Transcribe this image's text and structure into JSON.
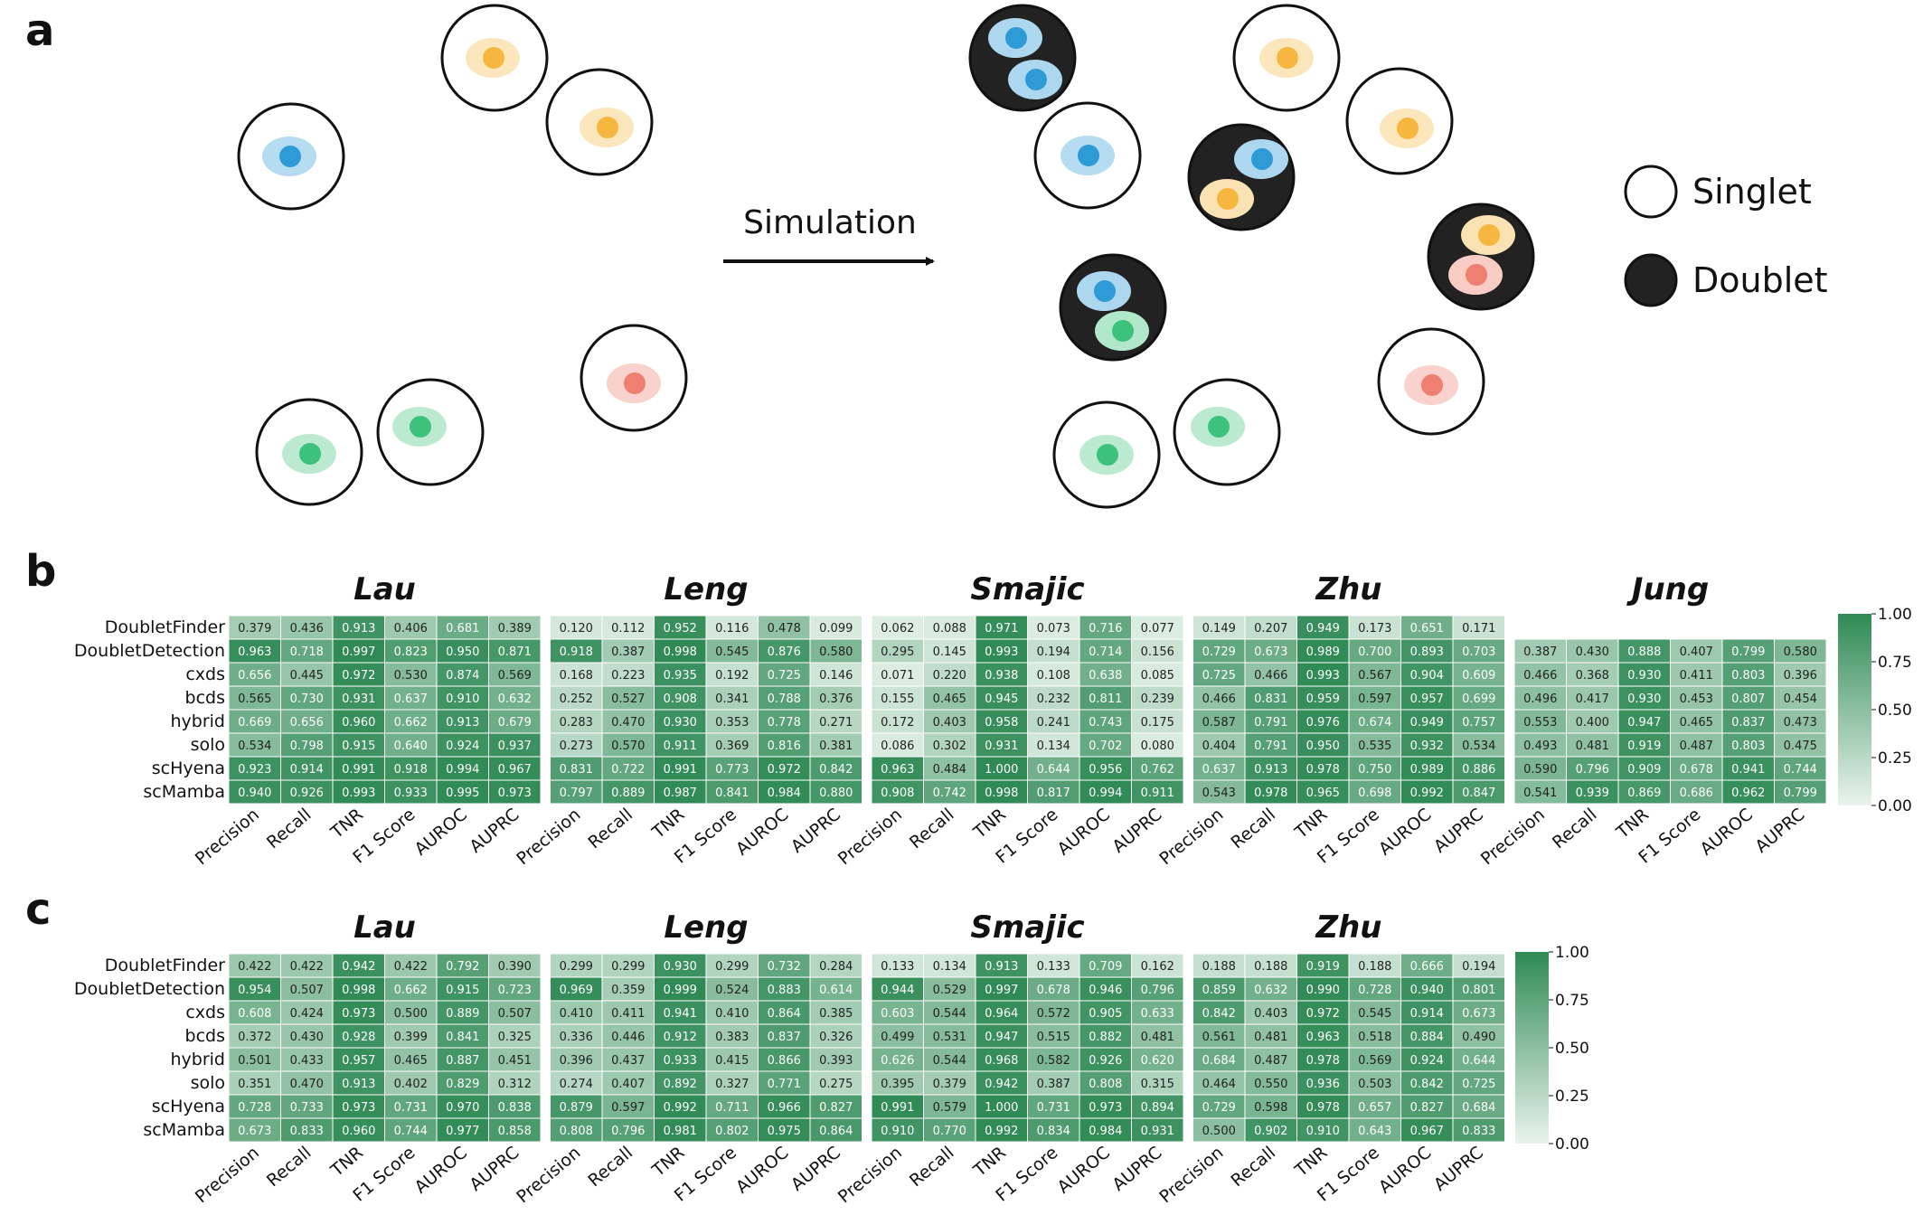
{
  "panel_a": {
    "letter": "a",
    "arrow_label": "Simulation",
    "legend": [
      {
        "label": "Singlet",
        "fill": "#ffffff"
      },
      {
        "label": "Doublet",
        "fill": "#222222"
      }
    ],
    "nucleus_colors": {
      "blue": "#2f9bd6",
      "orange": "#f5b73f",
      "green": "#3dc27b",
      "red": "#ef7f70"
    }
  },
  "colors": {
    "low": "#e9f4ec",
    "high": "#2f8a55",
    "text_dark": "#222222",
    "text_light": "#ffffff"
  },
  "colorbar_ticks": [
    "1.00",
    "0.75",
    "0.50",
    "0.25",
    "0.00"
  ],
  "chart_data": [
    {
      "type": "heatmap",
      "panel": "b",
      "methods": [
        "DoubletFinder",
        "DoubletDetection",
        "cxds",
        "bcds",
        "hybrid",
        "solo",
        "scHyena",
        "scMamba"
      ],
      "metrics": [
        "Precision",
        "Recall",
        "TNR",
        "F1 Score",
        "AUROC",
        "AUPRC"
      ],
      "value_range": [
        0,
        1
      ],
      "datasets": [
        {
          "name": "Lau",
          "rows": [
            [
              "0.379",
              "0.436",
              "0.913",
              "0.406",
              "0.681",
              "0.389"
            ],
            [
              "0.963",
              "0.718",
              "0.997",
              "0.823",
              "0.950",
              "0.871"
            ],
            [
              "0.656",
              "0.445",
              "0.972",
              "0.530",
              "0.874",
              "0.569"
            ],
            [
              "0.565",
              "0.730",
              "0.931",
              "0.637",
              "0.910",
              "0.632"
            ],
            [
              "0.669",
              "0.656",
              "0.960",
              "0.662",
              "0.913",
              "0.679"
            ],
            [
              "0.534",
              "0.798",
              "0.915",
              "0.640",
              "0.924",
              "0.937"
            ],
            [
              "0.923",
              "0.914",
              "0.991",
              "0.918",
              "0.994",
              "0.967"
            ],
            [
              "0.940",
              "0.926",
              "0.993",
              "0.933",
              "0.995",
              "0.973"
            ]
          ]
        },
        {
          "name": "Leng",
          "rows": [
            [
              "0.120",
              "0.112",
              "0.952",
              "0.116",
              "0.478",
              "0.099"
            ],
            [
              "0.918",
              "0.387",
              "0.998",
              "0.545",
              "0.876",
              "0.580"
            ],
            [
              "0.168",
              "0.223",
              "0.935",
              "0.192",
              "0.725",
              "0.146"
            ],
            [
              "0.252",
              "0.527",
              "0.908",
              "0.341",
              "0.788",
              "0.376"
            ],
            [
              "0.283",
              "0.470",
              "0.930",
              "0.353",
              "0.778",
              "0.271"
            ],
            [
              "0.273",
              "0.570",
              "0.911",
              "0.369",
              "0.816",
              "0.381"
            ],
            [
              "0.831",
              "0.722",
              "0.991",
              "0.773",
              "0.972",
              "0.842"
            ],
            [
              "0.797",
              "0.889",
              "0.987",
              "0.841",
              "0.984",
              "0.880"
            ]
          ]
        },
        {
          "name": "Smajic",
          "rows": [
            [
              "0.062",
              "0.088",
              "0.971",
              "0.073",
              "0.716",
              "0.077"
            ],
            [
              "0.295",
              "0.145",
              "0.993",
              "0.194",
              "0.714",
              "0.156"
            ],
            [
              "0.071",
              "0.220",
              "0.938",
              "0.108",
              "0.638",
              "0.085"
            ],
            [
              "0.155",
              "0.465",
              "0.945",
              "0.232",
              "0.811",
              "0.239"
            ],
            [
              "0.172",
              "0.403",
              "0.958",
              "0.241",
              "0.743",
              "0.175"
            ],
            [
              "0.086",
              "0.302",
              "0.931",
              "0.134",
              "0.702",
              "0.080"
            ],
            [
              "0.963",
              "0.484",
              "1.000",
              "0.644",
              "0.956",
              "0.762"
            ],
            [
              "0.908",
              "0.742",
              "0.998",
              "0.817",
              "0.994",
              "0.911"
            ]
          ]
        },
        {
          "name": "Zhu",
          "rows": [
            [
              "0.149",
              "0.207",
              "0.949",
              "0.173",
              "0.651",
              "0.171"
            ],
            [
              "0.729",
              "0.673",
              "0.989",
              "0.700",
              "0.893",
              "0.703"
            ],
            [
              "0.725",
              "0.466",
              "0.993",
              "0.567",
              "0.904",
              "0.609"
            ],
            [
              "0.466",
              "0.831",
              "0.959",
              "0.597",
              "0.957",
              "0.699"
            ],
            [
              "0.587",
              "0.791",
              "0.976",
              "0.674",
              "0.949",
              "0.757"
            ],
            [
              "0.404",
              "0.791",
              "0.950",
              "0.535",
              "0.932",
              "0.534"
            ],
            [
              "0.637",
              "0.913",
              "0.978",
              "0.750",
              "0.989",
              "0.886"
            ],
            [
              "0.543",
              "0.978",
              "0.965",
              "0.698",
              "0.992",
              "0.847"
            ]
          ]
        },
        {
          "name": "Jung",
          "rows": [
            null,
            [
              "0.387",
              "0.430",
              "0.888",
              "0.407",
              "0.799",
              "0.580"
            ],
            [
              "0.466",
              "0.368",
              "0.930",
              "0.411",
              "0.803",
              "0.396"
            ],
            [
              "0.496",
              "0.417",
              "0.930",
              "0.453",
              "0.807",
              "0.454"
            ],
            [
              "0.553",
              "0.400",
              "0.947",
              "0.465",
              "0.837",
              "0.473"
            ],
            [
              "0.493",
              "0.481",
              "0.919",
              "0.487",
              "0.803",
              "0.475"
            ],
            [
              "0.590",
              "0.796",
              "0.909",
              "0.678",
              "0.941",
              "0.744"
            ],
            [
              "0.541",
              "0.939",
              "0.869",
              "0.686",
              "0.962",
              "0.799"
            ]
          ]
        }
      ]
    },
    {
      "type": "heatmap",
      "panel": "c",
      "methods": [
        "DoubletFinder",
        "DoubletDetection",
        "cxds",
        "bcds",
        "hybrid",
        "solo",
        "scHyena",
        "scMamba"
      ],
      "metrics": [
        "Precision",
        "Recall",
        "TNR",
        "F1 Score",
        "AUROC",
        "AUPRC"
      ],
      "value_range": [
        0,
        1
      ],
      "datasets": [
        {
          "name": "Lau",
          "rows": [
            [
              "0.422",
              "0.422",
              "0.942",
              "0.422",
              "0.792",
              "0.390"
            ],
            [
              "0.954",
              "0.507",
              "0.998",
              "0.662",
              "0.915",
              "0.723"
            ],
            [
              "0.608",
              "0.424",
              "0.973",
              "0.500",
              "0.889",
              "0.507"
            ],
            [
              "0.372",
              "0.430",
              "0.928",
              "0.399",
              "0.841",
              "0.325"
            ],
            [
              "0.501",
              "0.433",
              "0.957",
              "0.465",
              "0.887",
              "0.451"
            ],
            [
              "0.351",
              "0.470",
              "0.913",
              "0.402",
              "0.829",
              "0.312"
            ],
            [
              "0.728",
              "0.733",
              "0.973",
              "0.731",
              "0.970",
              "0.838"
            ],
            [
              "0.673",
              "0.833",
              "0.960",
              "0.744",
              "0.977",
              "0.858"
            ]
          ]
        },
        {
          "name": "Leng",
          "rows": [
            [
              "0.299",
              "0.299",
              "0.930",
              "0.299",
              "0.732",
              "0.284"
            ],
            [
              "0.969",
              "0.359",
              "0.999",
              "0.524",
              "0.883",
              "0.614"
            ],
            [
              "0.410",
              "0.411",
              "0.941",
              "0.410",
              "0.864",
              "0.385"
            ],
            [
              "0.336",
              "0.446",
              "0.912",
              "0.383",
              "0.837",
              "0.326"
            ],
            [
              "0.396",
              "0.437",
              "0.933",
              "0.415",
              "0.866",
              "0.393"
            ],
            [
              "0.274",
              "0.407",
              "0.892",
              "0.327",
              "0.771",
              "0.275"
            ],
            [
              "0.879",
              "0.597",
              "0.992",
              "0.711",
              "0.966",
              "0.827"
            ],
            [
              "0.808",
              "0.796",
              "0.981",
              "0.802",
              "0.975",
              "0.864"
            ]
          ]
        },
        {
          "name": "Smajic",
          "rows": [
            [
              "0.133",
              "0.134",
              "0.913",
              "0.133",
              "0.709",
              "0.162"
            ],
            [
              "0.944",
              "0.529",
              "0.997",
              "0.678",
              "0.946",
              "0.796"
            ],
            [
              "0.603",
              "0.544",
              "0.964",
              "0.572",
              "0.905",
              "0.633"
            ],
            [
              "0.499",
              "0.531",
              "0.947",
              "0.515",
              "0.882",
              "0.481"
            ],
            [
              "0.626",
              "0.544",
              "0.968",
              "0.582",
              "0.926",
              "0.620"
            ],
            [
              "0.395",
              "0.379",
              "0.942",
              "0.387",
              "0.808",
              "0.315"
            ],
            [
              "0.991",
              "0.579",
              "1.000",
              "0.731",
              "0.973",
              "0.894"
            ],
            [
              "0.910",
              "0.770",
              "0.992",
              "0.834",
              "0.984",
              "0.931"
            ]
          ]
        },
        {
          "name": "Zhu",
          "rows": [
            [
              "0.188",
              "0.188",
              "0.919",
              "0.188",
              "0.666",
              "0.194"
            ],
            [
              "0.859",
              "0.632",
              "0.990",
              "0.728",
              "0.940",
              "0.801"
            ],
            [
              "0.842",
              "0.403",
              "0.972",
              "0.545",
              "0.914",
              "0.673"
            ],
            [
              "0.561",
              "0.481",
              "0.963",
              "0.518",
              "0.884",
              "0.490"
            ],
            [
              "0.684",
              "0.487",
              "0.978",
              "0.569",
              "0.924",
              "0.644"
            ],
            [
              "0.464",
              "0.550",
              "0.936",
              "0.503",
              "0.842",
              "0.725"
            ],
            [
              "0.729",
              "0.598",
              "0.978",
              "0.657",
              "0.827",
              "0.684"
            ],
            [
              "0.500",
              "0.902",
              "0.910",
              "0.643",
              "0.967",
              "0.833"
            ]
          ]
        }
      ]
    }
  ]
}
